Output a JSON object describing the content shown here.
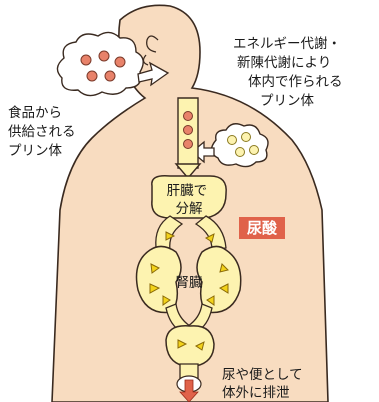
{
  "labels": {
    "food_source": [
      "食品から",
      "供給される",
      "プリン体"
    ],
    "body_source": [
      "エネルギー代謝・",
      "新陳代謝により",
      "体内で作られる",
      "プリン体"
    ],
    "liver": [
      "肝臓で",
      "分解"
    ],
    "uric_acid": "尿酸",
    "kidney": "腎臓",
    "excretion": [
      "尿や便として",
      "体外に排泄"
    ]
  },
  "colors": {
    "skin": "#f8dcc0",
    "outline": "#3a2a20",
    "organ": "#fdf3b0",
    "accent_red": "#e0624a",
    "purine_dot": "#e8826a",
    "crystal": "#f2d21a"
  },
  "icons": [
    "purine-cloud-icon",
    "down-arrow-icon",
    "triangle-crystal-icon"
  ]
}
